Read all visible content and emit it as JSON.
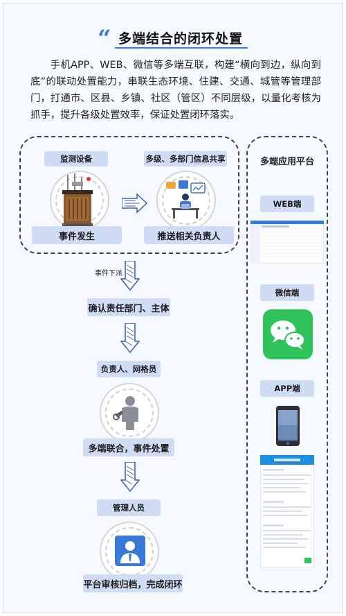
{
  "header": {
    "title": "多端结合的闭环处置",
    "intro": "手机APP、WEB、微信等多端互联，构建“横向到边，纵向到底”的联动处置能力，串联生态环境、住建、交通、城管等管理部门，打通市、区县、乡镇、社区（管区）不同层级，以量化考核为抓手，提升各级处置效率，保证处置闭环落实。"
  },
  "flow": {
    "monitor_label": "监测设备",
    "event_occur": "事件发生",
    "share_label": "多级、多部门信息共享",
    "push_label": "推送相关负责人",
    "dispatch_label": "事件下派",
    "confirm_label": "确认责任部门、主体",
    "owner_label": "负责人、网格员",
    "handle_label": "多端联合，事件处置",
    "admin_label": "管理人员",
    "close_label": "平台审核归档，完成闭环"
  },
  "platform": {
    "title": "多端应用平台",
    "web_label": "WEB端",
    "wechat_label": "微信端",
    "app_label": "APP端"
  },
  "colors": {
    "accent": "#3a78d8",
    "pill_bg": "#cfdcf4",
    "wechat_green": "#2fc25a"
  },
  "icons": [
    "quote-icon",
    "monitor-station-icon",
    "double-arrow-right-icon",
    "info-share-icon",
    "arrow-down-icon",
    "worker-icon",
    "admin-icon",
    "web-screenshot-icon",
    "wechat-icon",
    "phone-icon",
    "app-screenshot-icon"
  ]
}
